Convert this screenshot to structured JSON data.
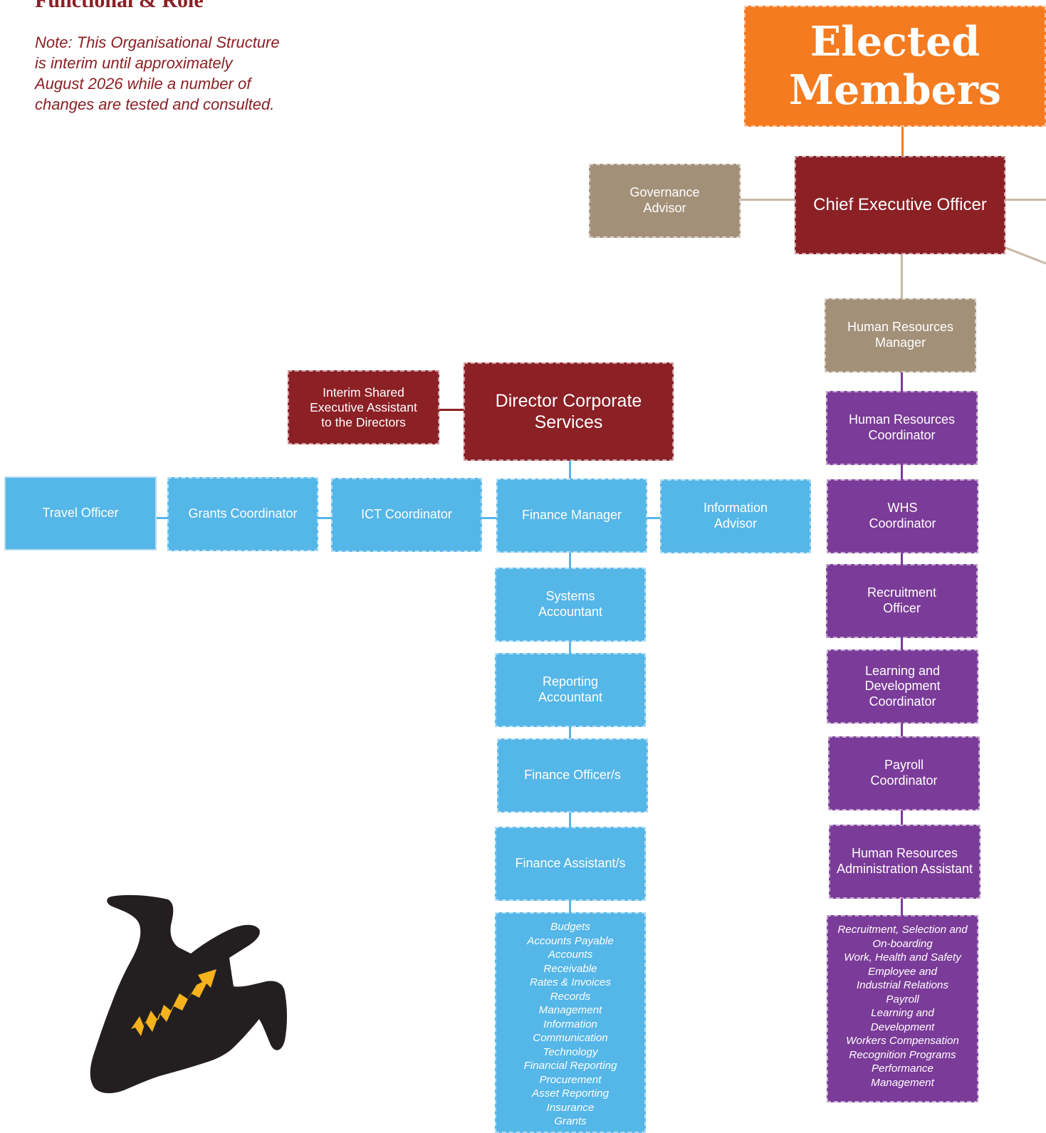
{
  "header": {
    "title_partial": "Functional & Role",
    "note": "Note: This Organisational Structure is interim until approximately August 2026 while a number of changes are tested and consulted."
  },
  "top": {
    "elected": "Elected Members",
    "ceo": "Chief Executive Officer",
    "governance": "Governance Advisor"
  },
  "corporate": {
    "director": "Director Corporate Services",
    "assistant": "Interim Shared Executive Assistant to the Directors",
    "row": {
      "travel": "Travel Officer",
      "grants": "Grants Coordinator",
      "ict": "ICT Coordinator",
      "finance_manager": "Finance Manager",
      "information": "Information Advisor"
    },
    "finance_chain": {
      "systems": "Systems Accountant",
      "reporting": "Reporting Accountant",
      "officers": "Finance Officer/s",
      "assistants": "Finance Assistant/s"
    },
    "functions": [
      "Budgets",
      "Accounts Payable",
      "Accounts",
      "Receivable",
      "Rates & Invoices",
      "Records",
      "Management",
      "Information",
      "Communication",
      "Technology",
      "Financial Reporting",
      "Procurement",
      "Asset Reporting",
      "Insurance",
      "Grants"
    ]
  },
  "hr": {
    "manager": "Human Resources Manager",
    "coordinator": "Human Resources Coordinator",
    "whs": "WHS Coordinator",
    "recruitment": "Recruitment Officer",
    "learning": "Learning and Development Coordinator",
    "payroll": "Payroll Coordinator",
    "admin": "Human Resources Administration Assistant",
    "functions": [
      "Recruitment, Selection and",
      "On-boarding",
      "Work, Health and Safety",
      "Employee and",
      "Industrial Relations",
      "Payroll",
      "Learning and",
      "Development",
      "Workers Compensation",
      "Recognition Programs",
      "Performance",
      "Management"
    ]
  },
  "colors": {
    "blue": "#55b6e8",
    "purple": "#7b3b98",
    "maroon": "#8b2025",
    "taupe": "#a39078",
    "orange": "#f47b20"
  }
}
